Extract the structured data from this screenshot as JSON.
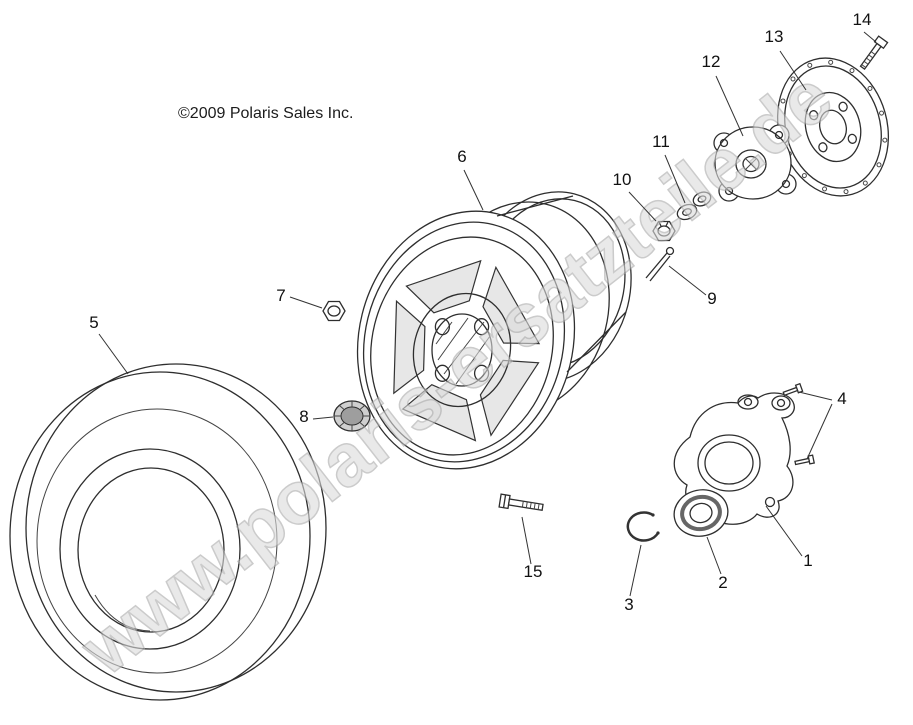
{
  "page": {
    "copyright": "©2009 Polaris Sales Inc.",
    "watermark": "www.polaris-ersatzteile.de"
  },
  "callouts": [
    "1",
    "2",
    "3",
    "4",
    "5",
    "6",
    "7",
    "8",
    "9",
    "10",
    "11",
    "12",
    "13",
    "14",
    "15"
  ]
}
